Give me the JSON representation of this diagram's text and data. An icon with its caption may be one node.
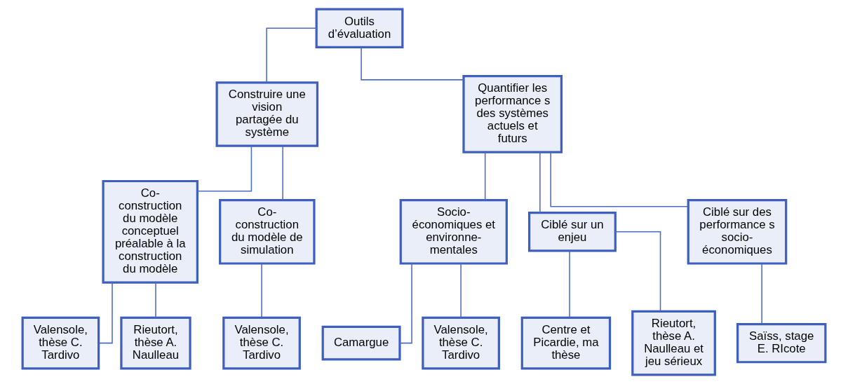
{
  "diagram": {
    "nodes": [
      {
        "text": [
          "Outils d’évaluation"
        ]
      },
      {
        "text": [
          "Construire une vision partagée du système"
        ]
      },
      {
        "text": [
          "Quantifier les performance s des systèmes actuels et futurs"
        ]
      },
      {
        "text": [
          "Co- construction du modèle conceptuel préalable à la construction du modèle"
        ]
      },
      {
        "text": [
          "Co- construction du modèle de simulation"
        ]
      },
      {
        "text": [
          "Socio- économiques et environne- mentales"
        ]
      },
      {
        "text": [
          "Ciblé sur un enjeu"
        ]
      },
      {
        "text": [
          "Ciblé sur des performance s socio- économiques"
        ]
      },
      {
        "text": [
          "Valensole, thèse C. Tardivo"
        ]
      },
      {
        "text": [
          "Rieutort, thèse A. Naulleau"
        ]
      },
      {
        "text": [
          "Valensole, thèse C. Tardivo"
        ]
      },
      {
        "text": [
          "Camargue"
        ]
      },
      {
        "text": [
          "Valensole, thèse C. Tardivo"
        ]
      },
      {
        "text": [
          "Centre et Picardie, ma thèse"
        ]
      },
      {
        "text": [
          "Rieutort, thèse A. Naulleau et jeu sérieux"
        ]
      },
      {
        "text": [
          "Saïss, stage E. RIcote"
        ]
      }
    ],
    "edges": [
      {
        "from": 0,
        "to": 1,
        "arrow": "none"
      },
      {
        "from": 0,
        "to": 2,
        "arrow": "none"
      },
      {
        "from": 1,
        "to": 3,
        "arrow": "none"
      },
      {
        "from": 1,
        "to": 4,
        "arrow": "none"
      },
      {
        "from": 2,
        "to": 5,
        "arrow": "none"
      },
      {
        "from": 2,
        "to": 6,
        "arrow": "none"
      },
      {
        "from": 2,
        "to": 7,
        "arrow": "none"
      },
      {
        "from": 3,
        "to": 8,
        "arrow": "none"
      },
      {
        "from": 3,
        "to": 9,
        "arrow": "none"
      },
      {
        "from": 4,
        "to": 10,
        "arrow": "none"
      },
      {
        "from": 5,
        "to": 11,
        "arrow": "none"
      },
      {
        "from": 5,
        "to": 12,
        "arrow": "none"
      },
      {
        "from": 6,
        "to": 13,
        "arrow": "none"
      },
      {
        "from": 6,
        "to": 14,
        "arrow": "none"
      },
      {
        "from": 7,
        "to": 15,
        "arrow": "none"
      }
    ]
  }
}
